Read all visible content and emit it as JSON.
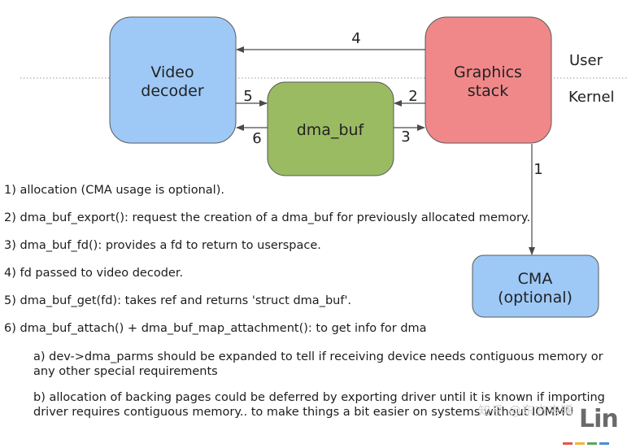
{
  "diagram": {
    "layers": {
      "user": "User",
      "kernel": "Kernel"
    },
    "boxes": {
      "video_decoder": [
        "Video",
        "decoder"
      ],
      "graphics_stack": [
        "Graphics",
        "stack"
      ],
      "dma_buf": "dma_buf",
      "cma": [
        "CMA",
        "(optional)"
      ]
    },
    "arrow_labels": {
      "a1": "1",
      "a2": "2",
      "a3": "3",
      "a4": "4",
      "a5": "5",
      "a6": "6"
    },
    "colors": {
      "video_decoder": "#9ec9f7",
      "graphics_stack": "#f0888a",
      "dma_buf": "#9bbb62",
      "cma": "#9ec9f7",
      "stroke": "#5a5a5a"
    }
  },
  "steps": [
    "1) allocation (CMA usage is optional).",
    "2) dma_buf_export(): request the creation of a dma_buf for previously allocated memory.",
    "3) dma_buf_fd(): provides a fd to return to userspace.",
    "4) fd passed to video decoder.",
    "5) dma_buf_get(fd): takes ref and returns 'struct dma_buf'.",
    "6) dma_buf_attach() + dma_buf_map_attachment(): to get info for dma"
  ],
  "substeps": [
    "a) dev->dma_parms should be expanded to tell if receiving device needs contiguous memory or any other special requirements",
    "b) allocation of backing pages could be deferred by exporting driver until it is known if importing driver requires contiguous memory.. to make things a bit easier on systems without IOMMU"
  ],
  "watermark": "知乎 @东方未晞",
  "logo": "Lin"
}
